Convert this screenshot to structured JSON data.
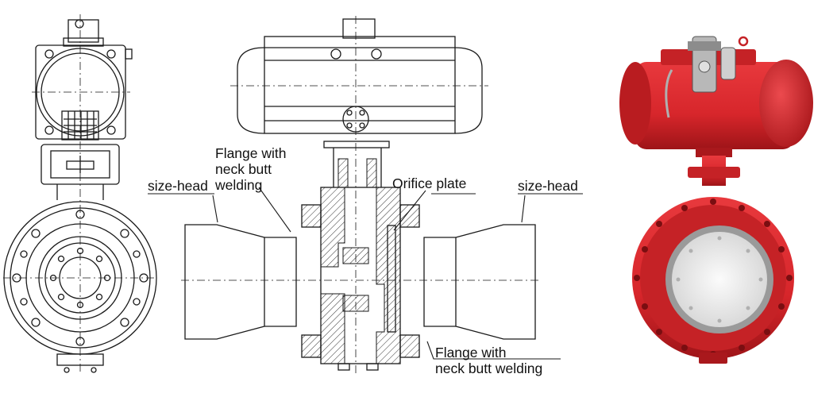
{
  "labels": {
    "flange_top_line1": "Flange with",
    "flange_top_line2": "neck butt",
    "flange_top_line3": "welding",
    "size_head_left": "size-head",
    "orifice_plate": "Orifice plate",
    "size_head_right": "size-head",
    "flange_bottom_line1": "Flange with",
    "flange_bottom_line2": "neck butt welding"
  },
  "colors": {
    "line": "#1a1a1a",
    "valve_red": "#d7262b",
    "valve_red_dark": "#9e1418",
    "disc_grey": "#e9e9e9"
  }
}
